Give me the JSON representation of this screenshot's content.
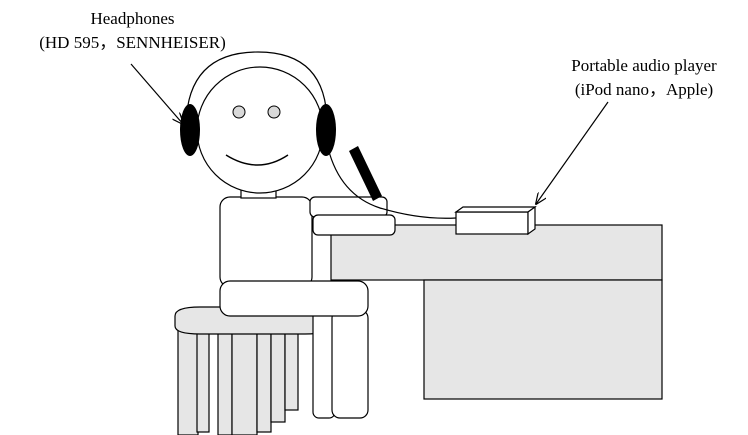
{
  "labels": {
    "headphones": {
      "line1": "Headphones",
      "line2": "(HD 595，SENNHEISER)"
    },
    "portable_audio_player": {
      "line1": "Portable audio player",
      "line2": "(iPod nano，Apple)"
    }
  },
  "colors": {
    "stroke": "#000000",
    "furniture_fill": "#e6e6e6",
    "figure_fill": "#ffffff"
  }
}
